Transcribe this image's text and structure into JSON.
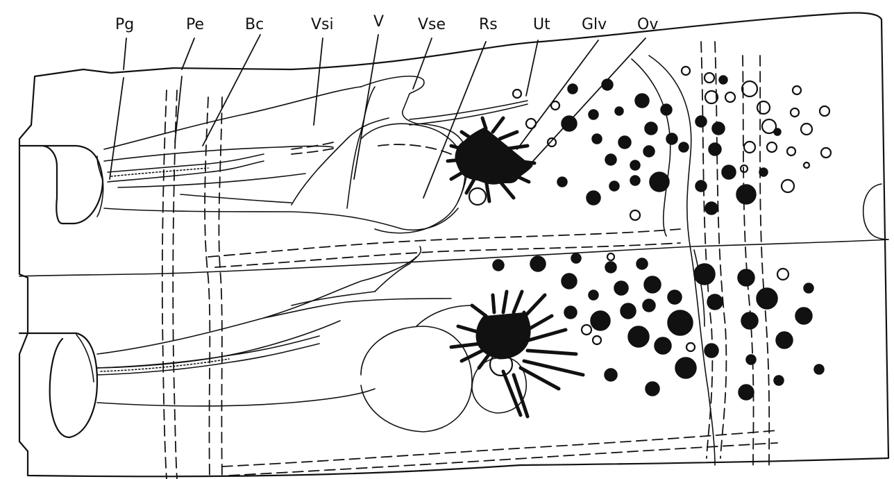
{
  "figure": {
    "labels": [
      {
        "id": "pg",
        "text": "Pg"
      },
      {
        "id": "pe",
        "text": "Pe"
      },
      {
        "id": "bc",
        "text": "Bc"
      },
      {
        "id": "vsi",
        "text": "Vsi"
      },
      {
        "id": "v",
        "text": "V"
      },
      {
        "id": "vse",
        "text": "Vse"
      },
      {
        "id": "rs",
        "text": "Rs"
      },
      {
        "id": "ut",
        "text": "Ut"
      },
      {
        "id": "glv",
        "text": "Glv"
      },
      {
        "id": "ov",
        "text": "Ov"
      }
    ]
  }
}
